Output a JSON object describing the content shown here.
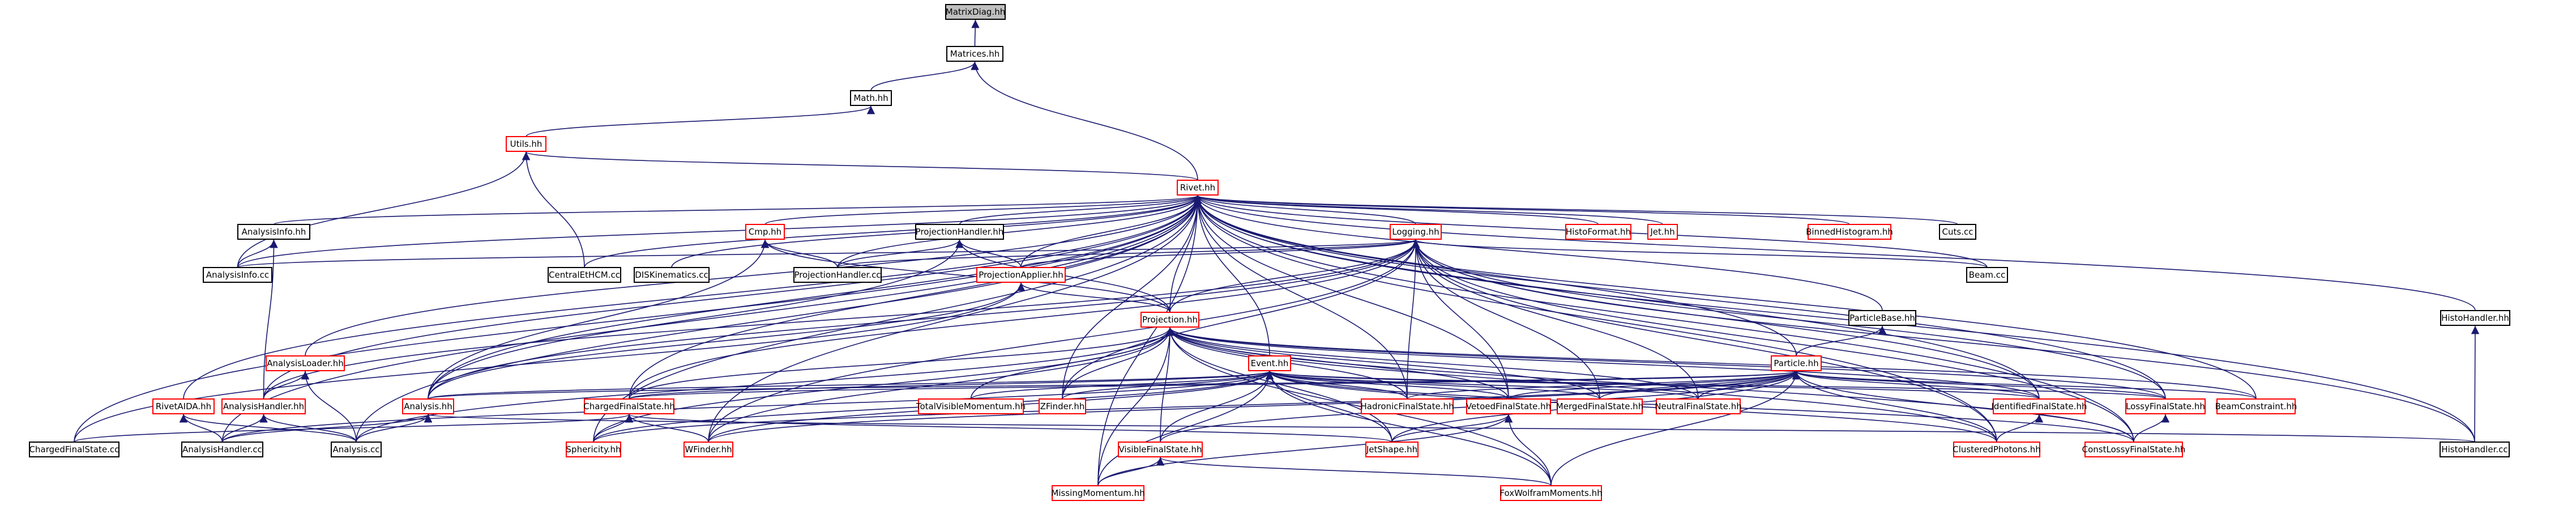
{
  "colors": {
    "edge": "#191970",
    "normal_border": "#000000",
    "red_border": "#ff0000",
    "root_fill": "#bfbfbf",
    "text": "#000000"
  },
  "graph": {
    "root": "MatrixDiag.hh",
    "nodes": [
      {
        "id": "MatrixDiag.hh",
        "style": "root"
      },
      {
        "id": "Matrices.hh",
        "style": "normal"
      },
      {
        "id": "Math.hh",
        "style": "normal"
      },
      {
        "id": "Utils.hh",
        "style": "red"
      },
      {
        "id": "Rivet.hh",
        "style": "red"
      },
      {
        "id": "AnalysisInfo.hh",
        "style": "normal"
      },
      {
        "id": "AnalysisInfo.cc",
        "style": "normal"
      },
      {
        "id": "Cmp.hh",
        "style": "red"
      },
      {
        "id": "CentralEtHCM.cc",
        "style": "normal"
      },
      {
        "id": "DISKinematics.cc",
        "style": "normal"
      },
      {
        "id": "ProjectionHandler.hh",
        "style": "normal"
      },
      {
        "id": "ProjectionHandler.cc",
        "style": "normal"
      },
      {
        "id": "Logging.hh",
        "style": "red"
      },
      {
        "id": "ProjectionApplier.hh",
        "style": "red"
      },
      {
        "id": "HistoFormat.hh",
        "style": "red"
      },
      {
        "id": "Jet.hh",
        "style": "red"
      },
      {
        "id": "BinnedHistogram.hh",
        "style": "red"
      },
      {
        "id": "Cuts.cc",
        "style": "normal"
      },
      {
        "id": "Beam.cc",
        "style": "normal"
      },
      {
        "id": "ParticleBase.hh",
        "style": "normal"
      },
      {
        "id": "HistoHandler.hh",
        "style": "normal"
      },
      {
        "id": "Projection.hh",
        "style": "red"
      },
      {
        "id": "AnalysisLoader.hh",
        "style": "red"
      },
      {
        "id": "Event.hh",
        "style": "red"
      },
      {
        "id": "Particle.hh",
        "style": "red"
      },
      {
        "id": "RivetAIDA.hh",
        "style": "red"
      },
      {
        "id": "AnalysisHandler.hh",
        "style": "red"
      },
      {
        "id": "Analysis.hh",
        "style": "red"
      },
      {
        "id": "ChargedFinalState.hh",
        "style": "red"
      },
      {
        "id": "TotalVisibleMomentum.hh",
        "style": "red"
      },
      {
        "id": "ZFinder.hh",
        "style": "red"
      },
      {
        "id": "HadronicFinalState.hh",
        "style": "red"
      },
      {
        "id": "VetoedFinalState.hh",
        "style": "red"
      },
      {
        "id": "MergedFinalState.hh",
        "style": "red"
      },
      {
        "id": "NeutralFinalState.hh",
        "style": "red"
      },
      {
        "id": "IdentifiedFinalState.hh",
        "style": "red"
      },
      {
        "id": "LossyFinalState.hh",
        "style": "red"
      },
      {
        "id": "BeamConstraint.hh",
        "style": "red"
      },
      {
        "id": "ChargedFinalState.cc",
        "style": "normal"
      },
      {
        "id": "AnalysisHandler.cc",
        "style": "normal"
      },
      {
        "id": "Analysis.cc",
        "style": "normal"
      },
      {
        "id": "Sphericity.hh",
        "style": "red"
      },
      {
        "id": "WFinder.hh",
        "style": "red"
      },
      {
        "id": "JetShape.hh",
        "style": "red"
      },
      {
        "id": "ClusteredPhotons.hh",
        "style": "red"
      },
      {
        "id": "ConstLossyFinalState.hh",
        "style": "red"
      },
      {
        "id": "HistoHandler.cc",
        "style": "normal"
      },
      {
        "id": "VisibleFinalState.hh",
        "style": "red"
      },
      {
        "id": "MissingMomentum.hh",
        "style": "red"
      },
      {
        "id": "FoxWolframMoments.hh",
        "style": "red"
      }
    ],
    "edges": [
      [
        "MatrixDiag.hh",
        "Matrices.hh"
      ],
      [
        "Matrices.hh",
        "Math.hh"
      ],
      [
        "Math.hh",
        "Utils.hh"
      ],
      [
        "Matrices.hh",
        "Rivet.hh"
      ],
      [
        "Utils.hh",
        "Rivet.hh"
      ],
      [
        "Utils.hh",
        "AnalysisInfo.cc"
      ],
      [
        "Utils.hh",
        "CentralEtHCM.cc"
      ],
      [
        "Rivet.hh",
        "AnalysisInfo.hh"
      ],
      [
        "Rivet.hh",
        "AnalysisInfo.cc"
      ],
      [
        "Rivet.hh",
        "Cmp.hh"
      ],
      [
        "Rivet.hh",
        "CentralEtHCM.cc"
      ],
      [
        "Rivet.hh",
        "DISKinematics.cc"
      ],
      [
        "Rivet.hh",
        "ProjectionHandler.hh"
      ],
      [
        "Rivet.hh",
        "ProjectionHandler.cc"
      ],
      [
        "Rivet.hh",
        "Logging.hh"
      ],
      [
        "Rivet.hh",
        "ProjectionApplier.hh"
      ],
      [
        "Rivet.hh",
        "HistoFormat.hh"
      ],
      [
        "Rivet.hh",
        "Jet.hh"
      ],
      [
        "Rivet.hh",
        "BinnedHistogram.hh"
      ],
      [
        "Rivet.hh",
        "Cuts.cc"
      ],
      [
        "Rivet.hh",
        "Beam.cc"
      ],
      [
        "Rivet.hh",
        "ParticleBase.hh"
      ],
      [
        "Rivet.hh",
        "HistoHandler.hh"
      ],
      [
        "Rivet.hh",
        "Projection.hh"
      ],
      [
        "Rivet.hh",
        "AnalysisLoader.hh"
      ],
      [
        "Rivet.hh",
        "Event.hh"
      ],
      [
        "Rivet.hh",
        "Particle.hh"
      ],
      [
        "Rivet.hh",
        "RivetAIDA.hh"
      ],
      [
        "Rivet.hh",
        "AnalysisHandler.hh"
      ],
      [
        "Rivet.hh",
        "Analysis.hh"
      ],
      [
        "Rivet.hh",
        "ChargedFinalState.hh"
      ],
      [
        "Rivet.hh",
        "ZFinder.hh"
      ],
      [
        "Rivet.hh",
        "HadronicFinalState.hh"
      ],
      [
        "Rivet.hh",
        "VetoedFinalState.hh"
      ],
      [
        "Rivet.hh",
        "IdentifiedFinalState.hh"
      ],
      [
        "Rivet.hh",
        "LossyFinalState.hh"
      ],
      [
        "Rivet.hh",
        "BeamConstraint.hh"
      ],
      [
        "Rivet.hh",
        "ChargedFinalState.cc"
      ],
      [
        "Rivet.hh",
        "AnalysisHandler.cc"
      ],
      [
        "Rivet.hh",
        "Analysis.cc"
      ],
      [
        "Rivet.hh",
        "Sphericity.hh"
      ],
      [
        "Rivet.hh",
        "WFinder.hh"
      ],
      [
        "Rivet.hh",
        "ClusteredPhotons.hh"
      ],
      [
        "Rivet.hh",
        "ConstLossyFinalState.hh"
      ],
      [
        "Rivet.hh",
        "HistoHandler.cc"
      ],
      [
        "Rivet.hh",
        "MissingMomentum.hh"
      ],
      [
        "AnalysisInfo.hh",
        "AnalysisInfo.cc"
      ],
      [
        "AnalysisInfo.hh",
        "AnalysisHandler.hh"
      ],
      [
        "Cmp.hh",
        "ProjectionHandler.cc"
      ],
      [
        "Cmp.hh",
        "Projection.hh"
      ],
      [
        "Cmp.hh",
        "Analysis.hh"
      ],
      [
        "ProjectionHandler.hh",
        "ProjectionHandler.cc"
      ],
      [
        "ProjectionHandler.hh",
        "ProjectionApplier.hh"
      ],
      [
        "ProjectionHandler.hh",
        "Projection.hh"
      ],
      [
        "ProjectionHandler.hh",
        "Analysis.hh"
      ],
      [
        "Logging.hh",
        "AnalysisInfo.cc"
      ],
      [
        "Logging.hh",
        "ProjectionHandler.cc"
      ],
      [
        "Logging.hh",
        "ProjectionApplier.hh"
      ],
      [
        "Logging.hh",
        "Beam.cc"
      ],
      [
        "Logging.hh",
        "Projection.hh"
      ],
      [
        "Logging.hh",
        "Analysis.hh"
      ],
      [
        "Logging.hh",
        "AnalysisHandler.hh"
      ],
      [
        "Logging.hh",
        "ChargedFinalState.hh"
      ],
      [
        "Logging.hh",
        "HadronicFinalState.hh"
      ],
      [
        "Logging.hh",
        "VetoedFinalState.hh"
      ],
      [
        "Logging.hh",
        "MergedFinalState.hh"
      ],
      [
        "Logging.hh",
        "NeutralFinalState.hh"
      ],
      [
        "Logging.hh",
        "IdentifiedFinalState.hh"
      ],
      [
        "Logging.hh",
        "LossyFinalState.hh"
      ],
      [
        "Logging.hh",
        "ZFinder.hh"
      ],
      [
        "Logging.hh",
        "HistoHandler.cc"
      ],
      [
        "Logging.hh",
        "ClusteredPhotons.hh"
      ],
      [
        "Logging.hh",
        "ConstLossyFinalState.hh"
      ],
      [
        "Logging.hh",
        "WFinder.hh"
      ],
      [
        "ProjectionApplier.hh",
        "Projection.hh"
      ],
      [
        "ProjectionApplier.hh",
        "Analysis.hh"
      ],
      [
        "ProjectionApplier.hh",
        "ChargedFinalState.cc"
      ],
      [
        "ParticleBase.hh",
        "Particle.hh"
      ],
      [
        "HistoHandler.hh",
        "HistoHandler.cc"
      ],
      [
        "Projection.hh",
        "Analysis.cc"
      ],
      [
        "Projection.hh",
        "ChargedFinalState.hh"
      ],
      [
        "Projection.hh",
        "TotalVisibleMomentum.hh"
      ],
      [
        "Projection.hh",
        "ZFinder.hh"
      ],
      [
        "Projection.hh",
        "HadronicFinalState.hh"
      ],
      [
        "Projection.hh",
        "VetoedFinalState.hh"
      ],
      [
        "Projection.hh",
        "MergedFinalState.hh"
      ],
      [
        "Projection.hh",
        "NeutralFinalState.hh"
      ],
      [
        "Projection.hh",
        "IdentifiedFinalState.hh"
      ],
      [
        "Projection.hh",
        "LossyFinalState.hh"
      ],
      [
        "Projection.hh",
        "BeamConstraint.hh"
      ],
      [
        "Projection.hh",
        "Sphericity.hh"
      ],
      [
        "Projection.hh",
        "WFinder.hh"
      ],
      [
        "Projection.hh",
        "JetShape.hh"
      ],
      [
        "Projection.hh",
        "ClusteredPhotons.hh"
      ],
      [
        "Projection.hh",
        "ConstLossyFinalState.hh"
      ],
      [
        "Projection.hh",
        "VisibleFinalState.hh"
      ],
      [
        "Projection.hh",
        "MissingMomentum.hh"
      ],
      [
        "Projection.hh",
        "FoxWolframMoments.hh"
      ],
      [
        "AnalysisLoader.hh",
        "AnalysisHandler.hh"
      ],
      [
        "AnalysisLoader.hh",
        "Analysis.cc"
      ],
      [
        "Event.hh",
        "Analysis.hh"
      ],
      [
        "Event.hh",
        "ChargedFinalState.hh"
      ],
      [
        "Event.hh",
        "TotalVisibleMomentum.hh"
      ],
      [
        "Event.hh",
        "ZFinder.hh"
      ],
      [
        "Event.hh",
        "HadronicFinalState.hh"
      ],
      [
        "Event.hh",
        "VetoedFinalState.hh"
      ],
      [
        "Event.hh",
        "MergedFinalState.hh"
      ],
      [
        "Event.hh",
        "NeutralFinalState.hh"
      ],
      [
        "Event.hh",
        "IdentifiedFinalState.hh"
      ],
      [
        "Event.hh",
        "LossyFinalState.hh"
      ],
      [
        "Event.hh",
        "AnalysisHandler.cc"
      ],
      [
        "Event.hh",
        "Sphericity.hh"
      ],
      [
        "Event.hh",
        "WFinder.hh"
      ],
      [
        "Event.hh",
        "JetShape.hh"
      ],
      [
        "Event.hh",
        "ClusteredPhotons.hh"
      ],
      [
        "Event.hh",
        "ConstLossyFinalState.hh"
      ],
      [
        "Event.hh",
        "VisibleFinalState.hh"
      ],
      [
        "Event.hh",
        "MissingMomentum.hh"
      ],
      [
        "Event.hh",
        "FoxWolframMoments.hh"
      ],
      [
        "Particle.hh",
        "Analysis.hh"
      ],
      [
        "Particle.hh",
        "ChargedFinalState.hh"
      ],
      [
        "Particle.hh",
        "HadronicFinalState.hh"
      ],
      [
        "Particle.hh",
        "VetoedFinalState.hh"
      ],
      [
        "Particle.hh",
        "MergedFinalState.hh"
      ],
      [
        "Particle.hh",
        "NeutralFinalState.hh"
      ],
      [
        "Particle.hh",
        "IdentifiedFinalState.hh"
      ],
      [
        "Particle.hh",
        "LossyFinalState.hh"
      ],
      [
        "Particle.hh",
        "BeamConstraint.hh"
      ],
      [
        "Particle.hh",
        "Sphericity.hh"
      ],
      [
        "Particle.hh",
        "WFinder.hh"
      ],
      [
        "Particle.hh",
        "JetShape.hh"
      ],
      [
        "Particle.hh",
        "ClusteredPhotons.hh"
      ],
      [
        "Particle.hh",
        "ConstLossyFinalState.hh"
      ],
      [
        "Particle.hh",
        "VisibleFinalState.hh"
      ],
      [
        "Particle.hh",
        "FoxWolframMoments.hh"
      ],
      [
        "RivetAIDA.hh",
        "AnalysisHandler.cc"
      ],
      [
        "RivetAIDA.hh",
        "Analysis.cc"
      ],
      [
        "AnalysisHandler.hh",
        "AnalysisHandler.cc"
      ],
      [
        "AnalysisHandler.hh",
        "Analysis.cc"
      ],
      [
        "Analysis.hh",
        "AnalysisHandler.cc"
      ],
      [
        "Analysis.hh",
        "Analysis.cc"
      ],
      [
        "Analysis.hh",
        "HistoHandler.cc"
      ],
      [
        "ChargedFinalState.hh",
        "ChargedFinalState.cc"
      ],
      [
        "ChargedFinalState.hh",
        "Sphericity.hh"
      ],
      [
        "ChargedFinalState.hh",
        "WFinder.hh"
      ],
      [
        "ChargedFinalState.hh",
        "JetShape.hh"
      ],
      [
        "VetoedFinalState.hh",
        "JetShape.hh"
      ],
      [
        "VetoedFinalState.hh",
        "MissingMomentum.hh"
      ],
      [
        "VetoedFinalState.hh",
        "FoxWolframMoments.hh"
      ],
      [
        "LossyFinalState.hh",
        "ConstLossyFinalState.hh"
      ],
      [
        "IdentifiedFinalState.hh",
        "ClusteredPhotons.hh"
      ],
      [
        "VisibleFinalState.hh",
        "MissingMomentum.hh"
      ],
      [
        "VisibleFinalState.hh",
        "FoxWolframMoments.hh"
      ]
    ]
  }
}
